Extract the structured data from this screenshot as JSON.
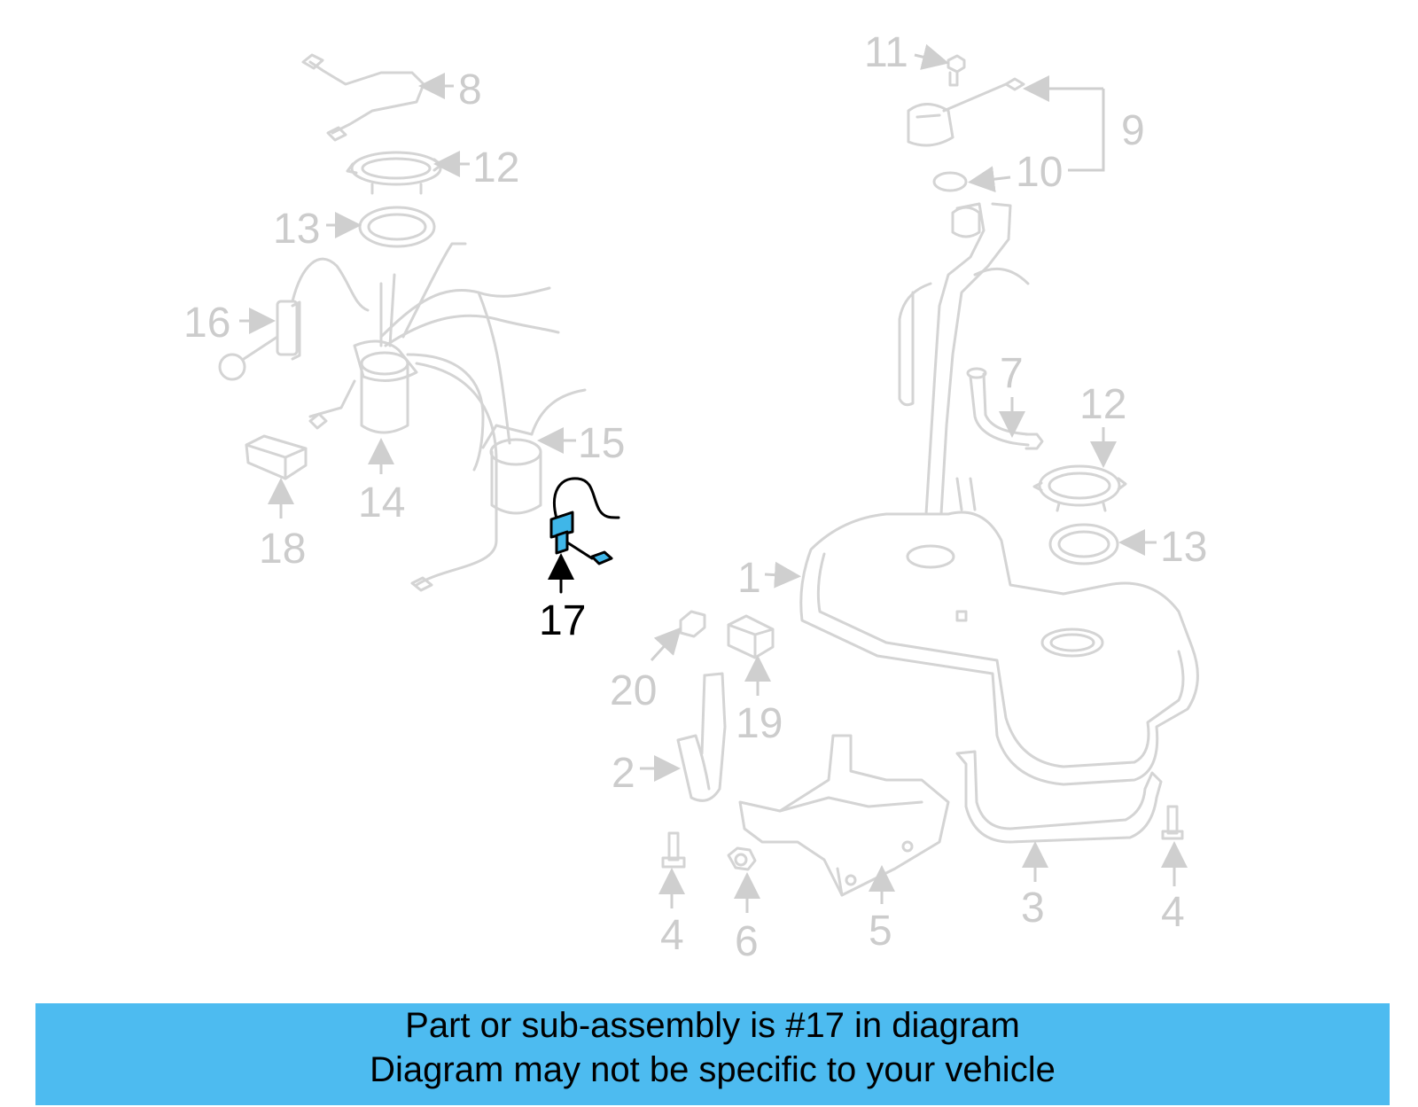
{
  "callouts": {
    "c1": "1",
    "c2": "2",
    "c3": "3",
    "c4a": "4",
    "c4b": "4",
    "c5": "5",
    "c6": "6",
    "c7": "7",
    "c8": "8",
    "c9": "9",
    "c10": "10",
    "c11": "11",
    "c12a": "12",
    "c12b": "12",
    "c13a": "13",
    "c13b": "13",
    "c14": "14",
    "c15": "15",
    "c16": "16",
    "c17": "17",
    "c18": "18",
    "c19": "19",
    "c20": "20"
  },
  "highlight": {
    "part_number": "17",
    "color": "#3fb6e8"
  },
  "banner": {
    "line1": "Part or sub-assembly is #17 in diagram",
    "line2": "Diagram may not be specific to your vehicle",
    "background": "#4dbbf0"
  }
}
